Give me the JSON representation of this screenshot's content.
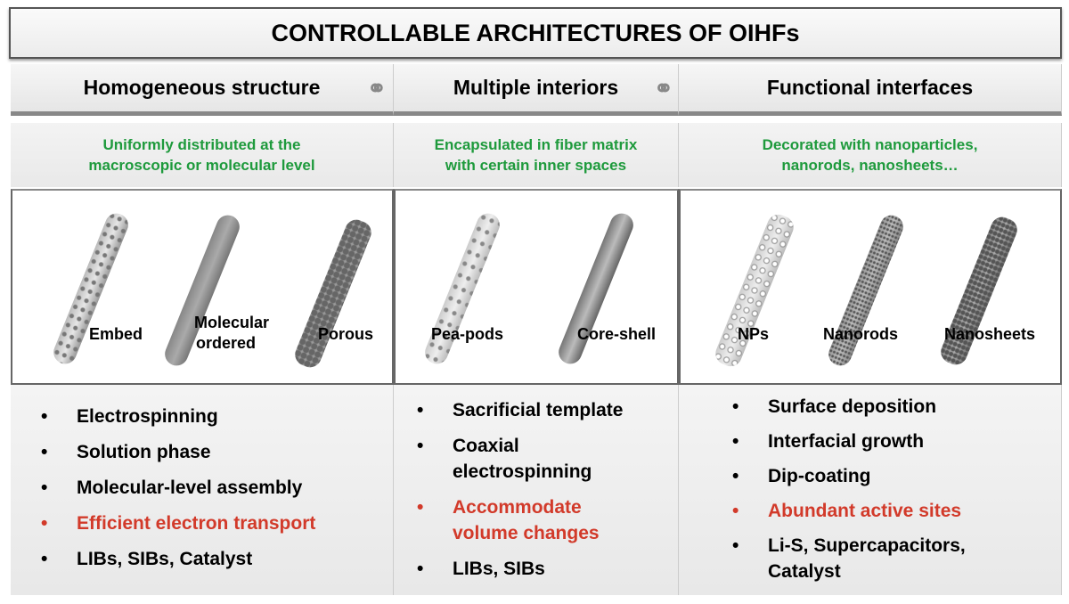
{
  "title": "CONTROLLABLE ARCHITECTURES OF OIHFs",
  "columns": [
    {
      "header": "Homogeneous structure",
      "desc1": "Uniformly distributed at the",
      "desc2": "macroscopic or molecular level",
      "labels": [
        "Embed",
        "Molecular",
        "ordered",
        "Porous"
      ],
      "bullets": [
        {
          "text": "Electrospinning"
        },
        {
          "text": "Solution phase"
        },
        {
          "text": "Molecular-level assembly"
        },
        {
          "text": "Efficient electron transport"
        },
        {
          "text": "LIBs, SIBs, Catalyst"
        }
      ]
    },
    {
      "header": "Multiple  interiors",
      "desc1": "Encapsulated in fiber matrix",
      "desc2": "with certain inner spaces",
      "labels": [
        "Pea-pods",
        "Core-shell"
      ],
      "bullets": [
        {
          "text": "Sacrificial template"
        },
        {
          "text": "Coaxial electrospinning"
        },
        {
          "text": "Accommodate volume changes"
        },
        {
          "text": "LIBs, SIBs"
        }
      ]
    },
    {
      "header": "Functional interfaces",
      "desc1": "Decorated with nanoparticles,",
      "desc2": "nanorods, nanosheets…",
      "labels": [
        "NPs",
        "Nanorods",
        "Nanosheets"
      ],
      "bullets": [
        {
          "text": "Surface deposition"
        },
        {
          "text": "Interfacial growth"
        },
        {
          "text": "Dip-coating"
        },
        {
          "text": "Abundant active sites"
        },
        {
          "text": "Li-S, Supercapacitors, Catalyst"
        }
      ]
    }
  ],
  "bullet_char": "•",
  "colors": {
    "green": "#1e9a3c",
    "red": "#d23a2a"
  }
}
